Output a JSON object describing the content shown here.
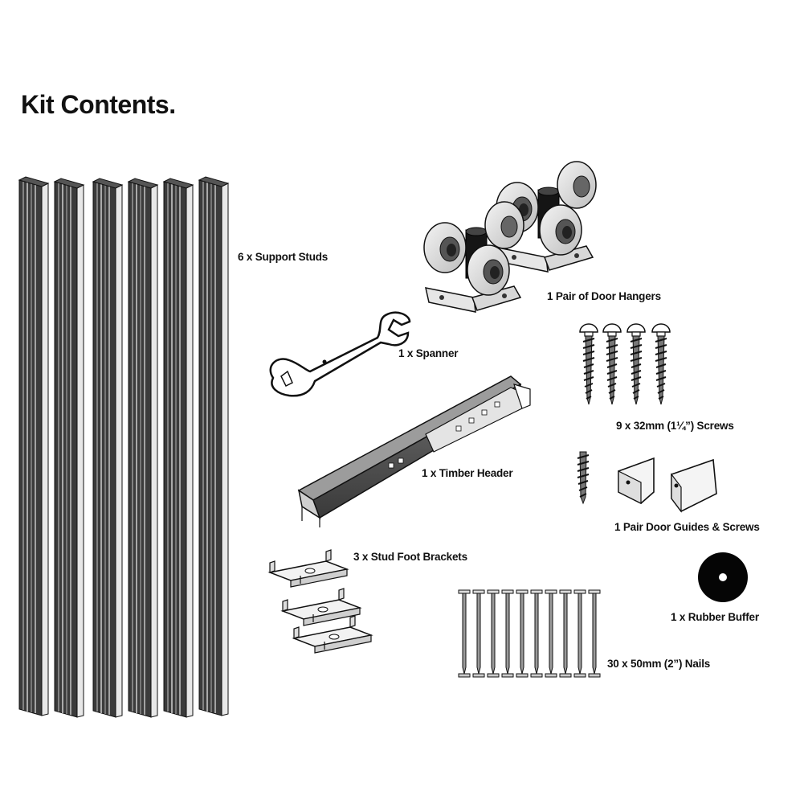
{
  "title": "Kit Contents.",
  "items": [
    {
      "label": "6 x Support Studs",
      "icon": "support-stud-icon"
    },
    {
      "label": "1 Pair of Door Hangers",
      "icon": "door-hanger-icon"
    },
    {
      "label": "1 x Spanner",
      "icon": "spanner-icon"
    },
    {
      "label": "9 x 32mm (1¼”) Screws",
      "icon": "screw-icon"
    },
    {
      "label": "1 x Timber Header",
      "icon": "timber-header-icon"
    },
    {
      "label": "1 Pair Door Guides & Screws",
      "icon": "door-guide-icon"
    },
    {
      "label": "3 x Stud Foot Brackets",
      "icon": "stud-foot-bracket-icon"
    },
    {
      "label": "1 x Rubber Buffer",
      "icon": "rubber-buffer-icon"
    },
    {
      "label": "30 x 50mm (2”) Nails",
      "icon": "nail-icon"
    }
  ]
}
